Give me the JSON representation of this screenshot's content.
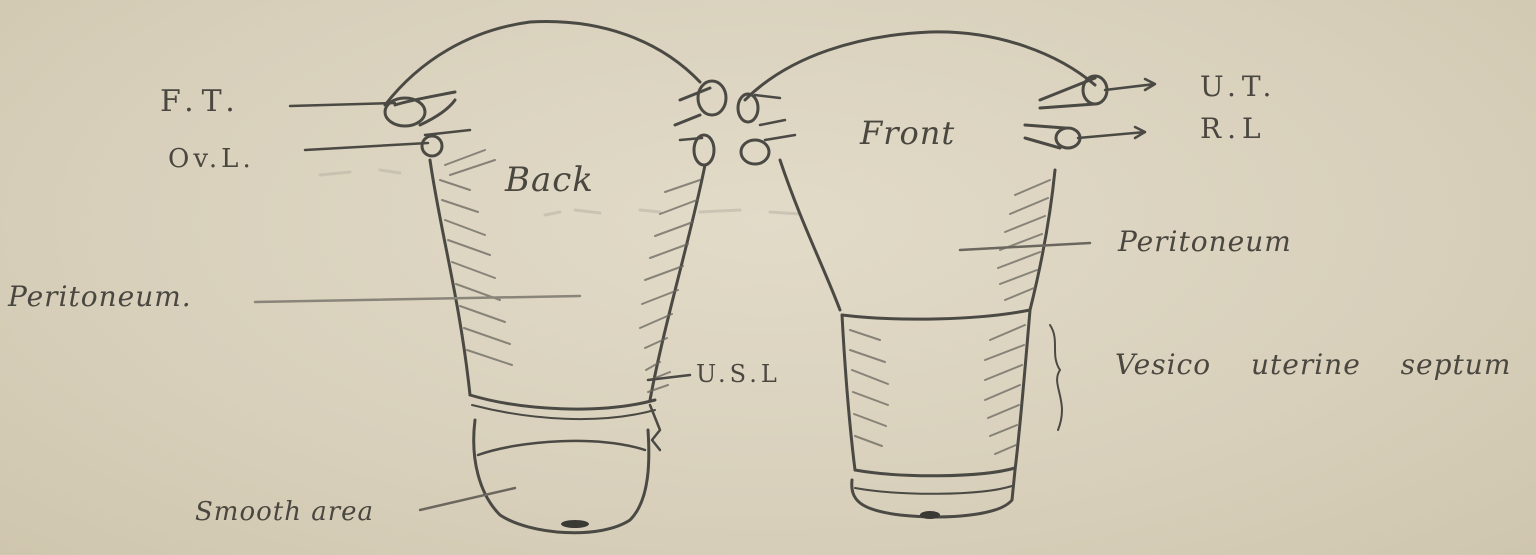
{
  "diagram": {
    "back_label": "Back",
    "front_label": "Front",
    "labels": {
      "ft": "F.T.",
      "ovl": "Ov.L.",
      "peritoneum_left": "Peritoneum.",
      "usl": "U.S.L",
      "smooth_area": "Smooth area",
      "ut": "U.T.",
      "rl": "R.L",
      "peritoneum_right": "Peritoneum",
      "vesico": "Vesico uterine septum"
    },
    "ink_color": "#4b4944",
    "paper_color": "#d9d1bd"
  }
}
